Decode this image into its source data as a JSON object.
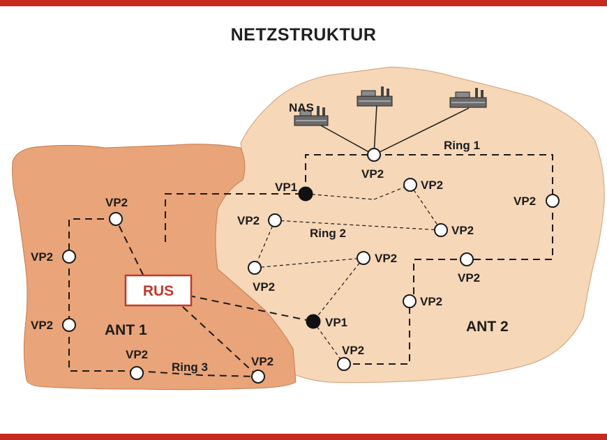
{
  "title": "NETZSTRUKTUR",
  "colors": {
    "frame_red": "#c62a1e",
    "ant1_fill": "#eaa479",
    "ant2_fill": "#f6d7b8",
    "node_open": "#ffffff",
    "node_filled": "#111111",
    "rus_border": "#c0392b",
    "rus_text": "#c0392b",
    "line": "#1a1a1a"
  },
  "areas": {
    "ant1": "ANT 1",
    "ant2": "ANT 2"
  },
  "rings": {
    "ring1": "Ring 1",
    "ring2": "Ring 2",
    "ring3": "Ring 3"
  },
  "central_node": "RUS",
  "nas_label": "NAS",
  "building_icons": [
    "factory-icon",
    "factory-icon",
    "factory-icon"
  ],
  "nodes": {
    "vp2": "VP2",
    "vp1": "VP1"
  }
}
